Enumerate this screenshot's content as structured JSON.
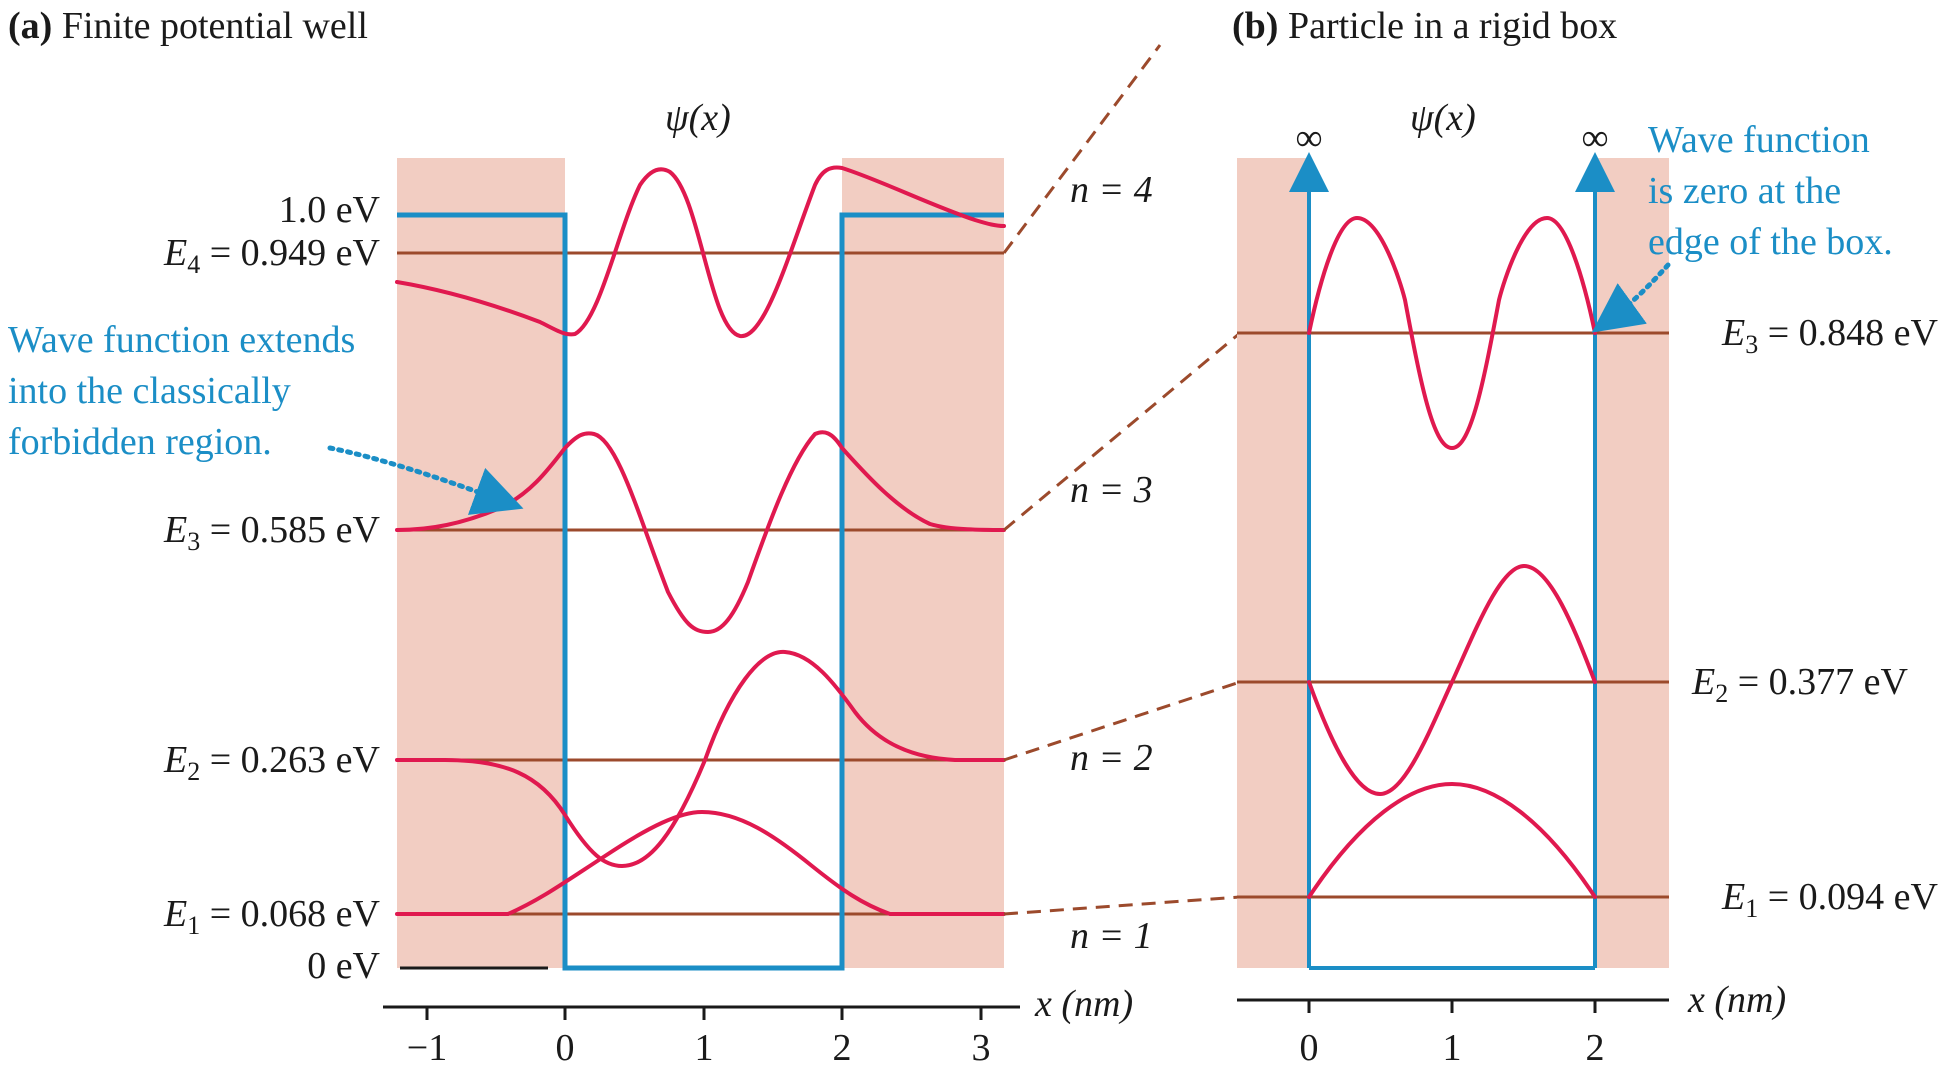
{
  "panel_a": {
    "label": "(a)",
    "title": "Finite potential well",
    "psi_label": "ψ(x)",
    "well_top_label": "1.0 eV",
    "well_bottom_label": "0 eV",
    "levels": [
      {
        "sym": "E",
        "sub": "1",
        "value": "= 0.068 eV",
        "n_label": "n = 1",
        "energy_ev": 0.068
      },
      {
        "sym": "E",
        "sub": "2",
        "value": "= 0.263 eV",
        "n_label": "n = 2",
        "energy_ev": 0.263
      },
      {
        "sym": "E",
        "sub": "3",
        "value": "= 0.585 eV",
        "n_label": "n = 3",
        "energy_ev": 0.585
      },
      {
        "sym": "E",
        "sub": "4",
        "value": "= 0.949 eV",
        "n_label": "n = 4",
        "energy_ev": 0.949
      }
    ],
    "annotation": [
      "Wave function extends",
      "into the classically",
      "forbidden region."
    ],
    "axis_label": "x (nm)",
    "ticks": [
      "−1",
      "0",
      "1",
      "2",
      "3"
    ]
  },
  "panel_b": {
    "label": "(b)",
    "title": "Particle in a rigid box",
    "psi_label": "ψ(x)",
    "infinity_left": "∞",
    "infinity_right": "∞",
    "levels": [
      {
        "sym": "E",
        "sub": "1",
        "value": "= 0.094 eV",
        "energy_ev": 0.094
      },
      {
        "sym": "E",
        "sub": "2",
        "value": "= 0.377 eV",
        "energy_ev": 0.377
      },
      {
        "sym": "E",
        "sub": "3",
        "value": "= 0.848 eV",
        "energy_ev": 0.848
      }
    ],
    "annotation": [
      "Wave function",
      "is zero at the",
      "edge of the box."
    ],
    "axis_label": "x (nm)",
    "ticks": [
      "0",
      "1",
      "2"
    ]
  },
  "colors": {
    "shade": "#f2cdc2",
    "well": "#1b8ec6",
    "wave": "#e0194f",
    "level": "#9c4a2c",
    "dashed": "#9c4a2c",
    "annotation": "#1b8ec6"
  }
}
